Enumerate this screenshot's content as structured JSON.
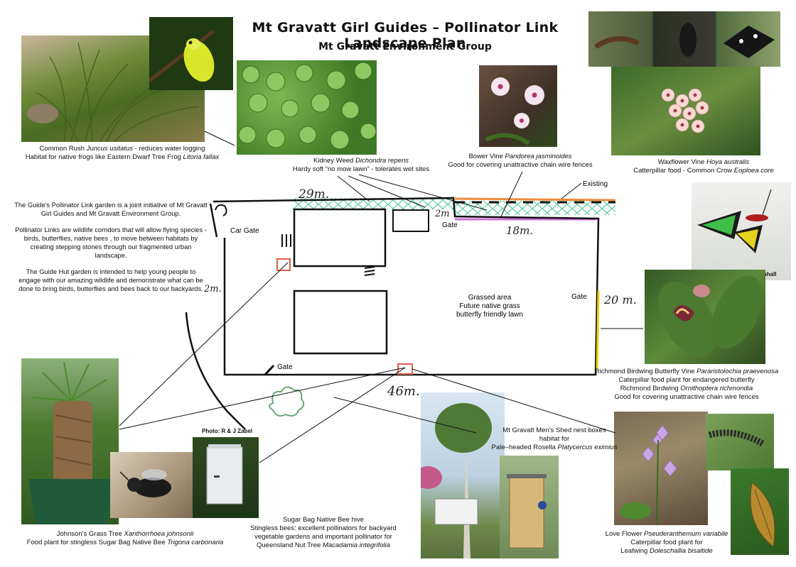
{
  "header": {
    "title": "Mt Gravatt Girl Guides – Pollinator Link Landscape Plan",
    "subtitle": "Mt Gravatt Environment Group"
  },
  "intro": {
    "p1": "The Guide's Pollinator Link garden is a joint initiative of Mt Gravatt Girl Guides and Mt Gravatt Environment Group.",
    "p2": "Pollinator Links are wildlife corridors that will allow flying species  - birds, butterflies, native bees , to move between habitats by creating stepping stones through our fragmented urban landscape.",
    "p3": "The Guide Hut garden is intended to help young people to engage with our  amazing wildlife and demonstrate what can be done to bring birds, butterflies and bees back to our backyards."
  },
  "captions": {
    "rush": {
      "l1a": "Common Rush ",
      "l1b": "Juncus usitatus",
      "l1c": " - reduces water logging",
      "l2a": "Habitat for native frogs like Eastern Dwarf Tree Frog ",
      "l2b": "Litoria fallax"
    },
    "kidney": {
      "l1a": "Kidney Weed ",
      "l1b": "Dichondra repens",
      "l2": "Hardy soft “no mow lawn” - tolerates wet sites"
    },
    "bower": {
      "l1a": "Bower Vine ",
      "l1b": "Pandorea jasminoides",
      "l2": "Good for covering unattractive chain wire fences"
    },
    "wax": {
      "l1a": "Waxflower Vine ",
      "l1b": "Hoya australis",
      "l2a": "Catterpillar food - Common Crow ",
      "l2b": "Eoploea core"
    },
    "birdwing": {
      "l1a": "Richmond Birdwing Butterfly Vine ",
      "l1b": "Pararistolochia praevenosa",
      "l2": "Caterpillar food plant for endangered butterfly",
      "l3a": "Richmond Birdwing ",
      "l3b": "Ornithoptera richmondia",
      "l4": "Good for covering unattractive chain wire fences"
    },
    "grasstree": {
      "l1a": "Johnson's Grass Tree ",
      "l1b": "Xanthorrhoea johnsonii",
      "l2a": "Food plant for stingless Sugar Bag Native Bee ",
      "l2b": "Trigona carbonaria"
    },
    "hive": {
      "l1": "Sugar Bag Native Bee hive",
      "l2": "Stingless bees: excellent pollinators for backyard",
      "l3": "vegetable gardens and important pollinator for",
      "l4a": "Queensland Nut Tree ",
      "l4b": "Macadamia integrifolia"
    },
    "nestbox": {
      "l1": "Mt Gravatt Men's Shed nest boxes",
      "l2": "habitat for",
      "l3a": "Pale–headed Rosella  ",
      "l3b": "Platycercus eximius"
    },
    "love": {
      "l1a": "Love Flower  ",
      "l1b": "Pseuderanthemum variabile",
      "l2": "Caterpillar food plant for",
      "l3a": "Leafwing ",
      "l3b": "Doleschallia bisaltide"
    }
  },
  "photo_credits": {
    "butterfly": "Photo: Jennifer Broomhall",
    "hive": "Photo: R & J Zabel"
  },
  "plan": {
    "car_gate": "Car Gate",
    "gate_top": "Gate",
    "gate_right": "Gate",
    "gate_bottom": "Gate",
    "existing": "Existing",
    "grassed_l1": "Grassed area",
    "grassed_l2": "Future native grass",
    "grassed_l3": "butterfly friendly lawn",
    "dim_top": "29m.",
    "dim_2m_top": "2m",
    "dim_18": "18m.",
    "dim_20": "20 m.",
    "dim_46": "46m.",
    "dim_2m_left": "2m."
  },
  "colors": {
    "hatch_green": "#5cc9a0",
    "orange_fence": "#f08a3c",
    "magenta_line": "#d070d8",
    "yellow_edge": "#e8d000"
  }
}
